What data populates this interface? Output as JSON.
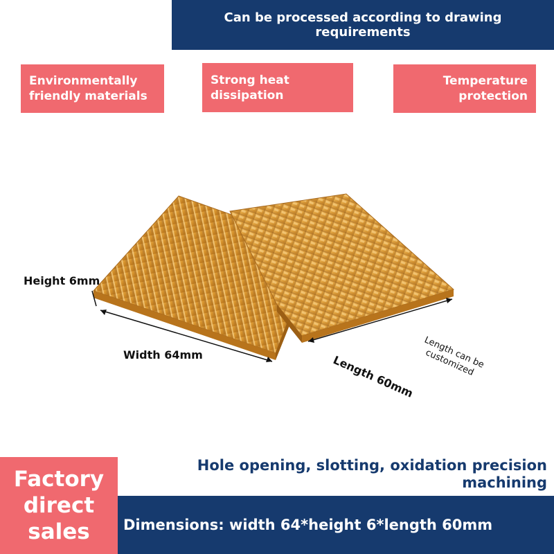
{
  "top_banner": {
    "text": "Can be processed according to drawing requirements"
  },
  "features": [
    {
      "label": "Environmentally friendly materials"
    },
    {
      "label": "Strong heat dissipation"
    },
    {
      "label": "Temperature protection"
    }
  ],
  "dimension_labels": {
    "height": "Height 6mm",
    "width": "Width 64mm",
    "length": "Length 60mm",
    "note": "Length can be customized"
  },
  "factory_badge": {
    "text": "Factory direct sales"
  },
  "processing": {
    "text": "Hole opening, slotting, oxidation precision machining"
  },
  "dimensions_banner": {
    "text": "Dimensions: width 64*height 6*length 60mm"
  },
  "colors": {
    "navy": "#163a6e",
    "coral": "#f0696f",
    "gold": "#d99a3a"
  }
}
